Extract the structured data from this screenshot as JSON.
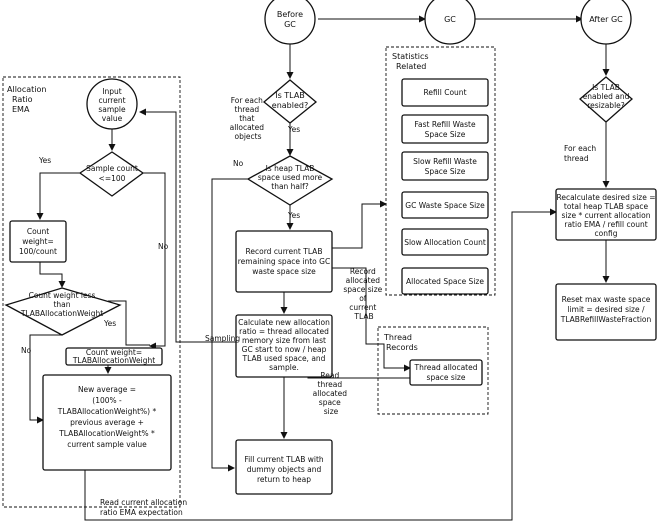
{
  "circles": {
    "before_gc": [
      "Before",
      "GC"
    ],
    "gc": [
      "GC"
    ],
    "after_gc": [
      "After GC"
    ],
    "input_sample": [
      "Input",
      "current",
      "sample",
      "value"
    ]
  },
  "regions": {
    "allocation_ratio_ema": [
      "Allocation",
      "Ratio",
      "EMA"
    ],
    "statistics_related": [
      "Statistics",
      "Related"
    ],
    "thread_records": [
      "Thread",
      "Records"
    ]
  },
  "decisions": {
    "is_tlab_enabled": [
      "Is TLAB",
      "enabled?"
    ],
    "heap_tlab_half": [
      "Is heap TLAB",
      "space used more",
      "than half?"
    ],
    "sample_count": [
      "Sample count",
      "<=100"
    ],
    "count_weight_less": [
      "Count weight less",
      "than",
      "TLABAllocationWeight"
    ],
    "tlab_enabled_resizable": [
      "Is TLAB",
      "enabled and",
      "resizable?"
    ]
  },
  "processes": {
    "count_weight_100": [
      "Count",
      "weight=",
      "100/count"
    ],
    "count_weight_tlab": [
      "Count weight=",
      "TLABAllocationWeight"
    ],
    "new_average": [
      "New average =",
      "(100% -",
      "TLABAllocationWeight%) *",
      "previous average +",
      "TLABAllocationWeight% *",
      "current sample value"
    ],
    "record_remaining": [
      "Record current TLAB",
      "remaining space into GC",
      "waste space size"
    ],
    "calculate_ratio": [
      "Calculate new allocation",
      "ratio = thread allocated",
      "memory size from last",
      "GC start to now / heap",
      "TLAB used space, and",
      "sample."
    ],
    "fill_tlab": [
      "Fill current TLAB with",
      "dummy objects and",
      "return to heap"
    ],
    "recalculate_size": [
      "Recalculate desired size =",
      "total heap TLAB space",
      "size * current allocation",
      "ratio EMA / refill count",
      "config"
    ],
    "reset_waste": [
      "Reset max waste space",
      "limit = desired size /",
      "TLABRefillWasteFraction"
    ],
    "thread_allocated": [
      "Thread allocated",
      "space size"
    ]
  },
  "statistics": [
    [
      "Refill Count"
    ],
    [
      "Fast Refill Waste",
      "Space Size"
    ],
    [
      "Slow Refill Waste",
      "Space Size"
    ],
    [
      "GC Waste Space Size"
    ],
    [
      "Slow Allocation Count"
    ],
    [
      "Allocated Space Size"
    ]
  ],
  "edge_labels": {
    "for_each_thread_allocated": [
      "For each",
      "thread",
      "that",
      "allocated",
      "objects"
    ],
    "yes_tlab": [
      "Yes"
    ],
    "no_half": [
      "No"
    ],
    "yes_half": [
      "Yes"
    ],
    "yes_sample": [
      "Yes"
    ],
    "no_sample": [
      "No"
    ],
    "yes_weight": [
      "Yes"
    ],
    "no_weight": [
      "No"
    ],
    "sampling": [
      "Sampling"
    ],
    "record_allocated": [
      "Record",
      "allocated",
      "space size",
      "of",
      "current",
      "TLAB"
    ],
    "read_thread_allocated": [
      "Read",
      "thread",
      "allocated",
      "space",
      "size"
    ],
    "for_each_thread": [
      "For each",
      "thread"
    ],
    "read_current_ema": [
      "Read current allocation",
      "ratio EMA expectation"
    ]
  },
  "colors": {
    "stroke": "#111111",
    "fill": "#ffffff"
  }
}
